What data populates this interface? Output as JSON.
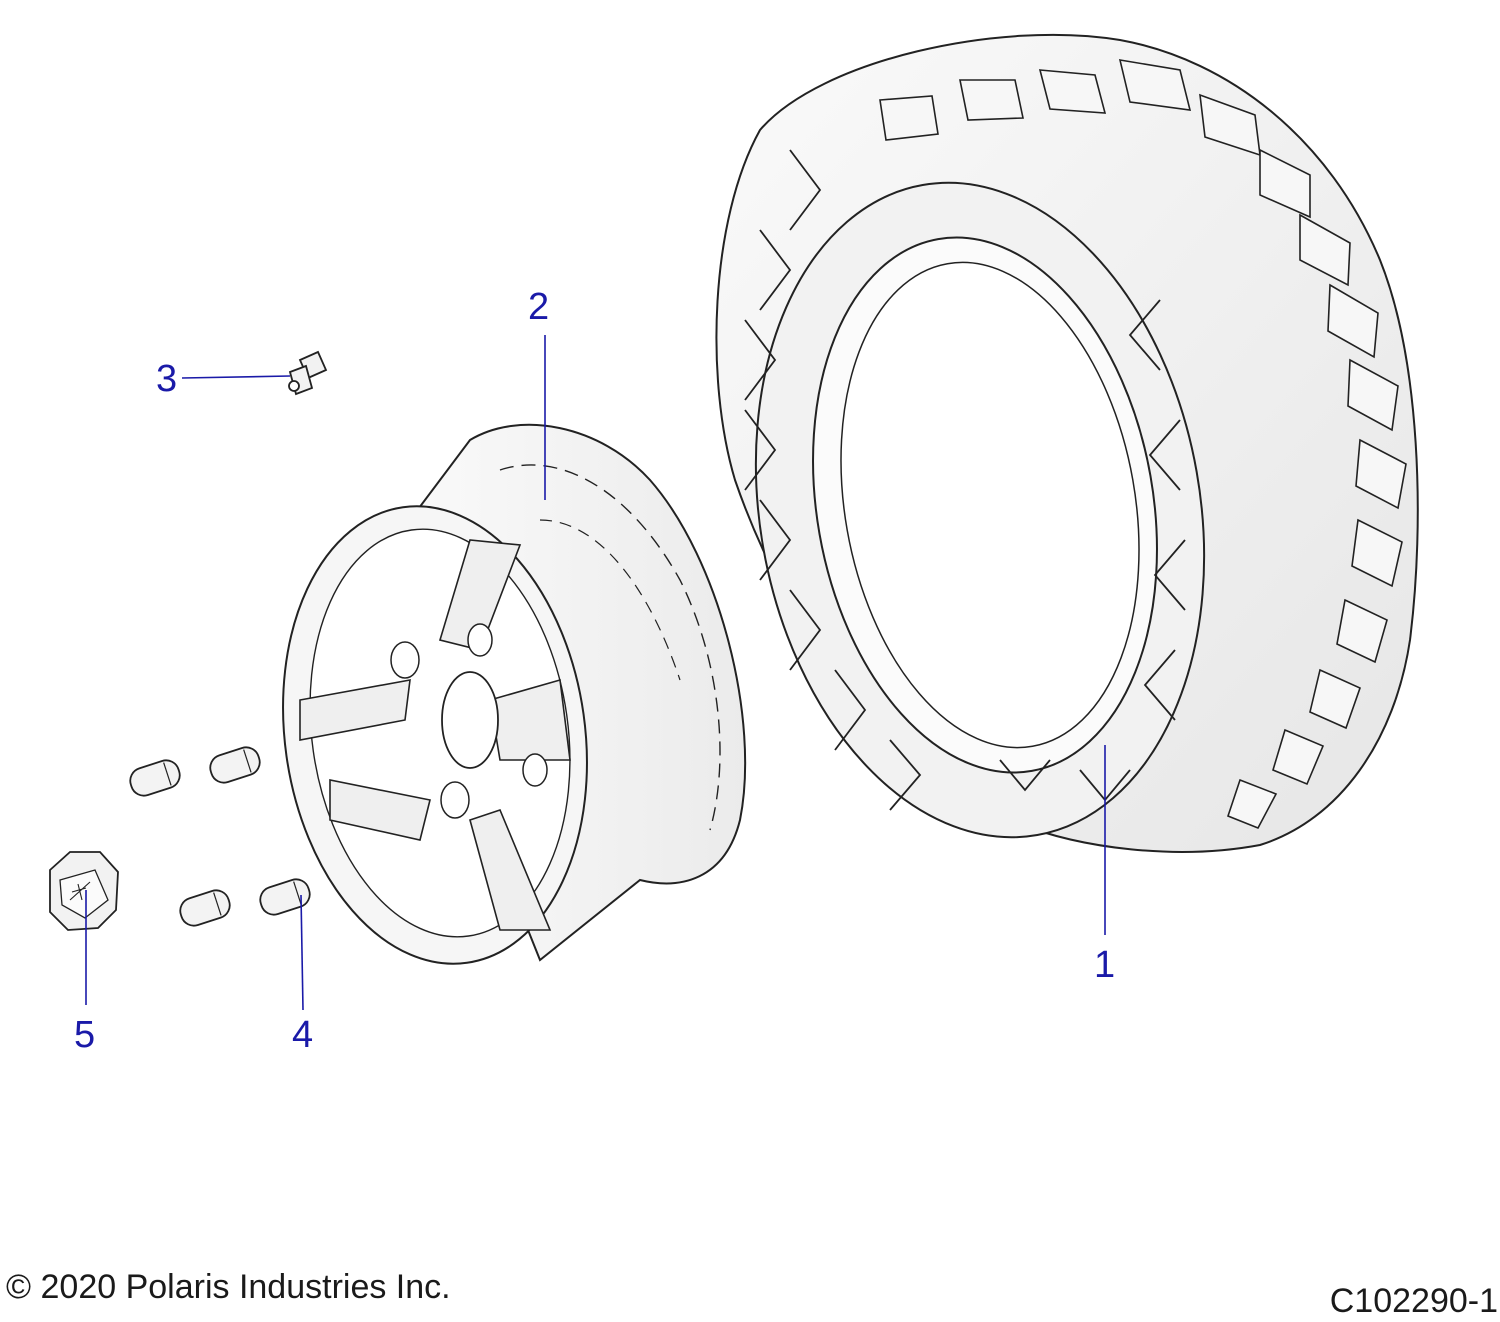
{
  "callouts": {
    "c1": "1",
    "c2": "2",
    "c3": "3",
    "c4": "4",
    "c5": "5"
  },
  "footer": {
    "copyright": "© 2020 Polaris Industries Inc.",
    "diagram_code": "C102290-1"
  },
  "colors": {
    "callout_text": "#1a1aa8",
    "leader_line": "#1a1aa8",
    "part_outline": "#222222",
    "part_fill": "#f4f4f4"
  }
}
